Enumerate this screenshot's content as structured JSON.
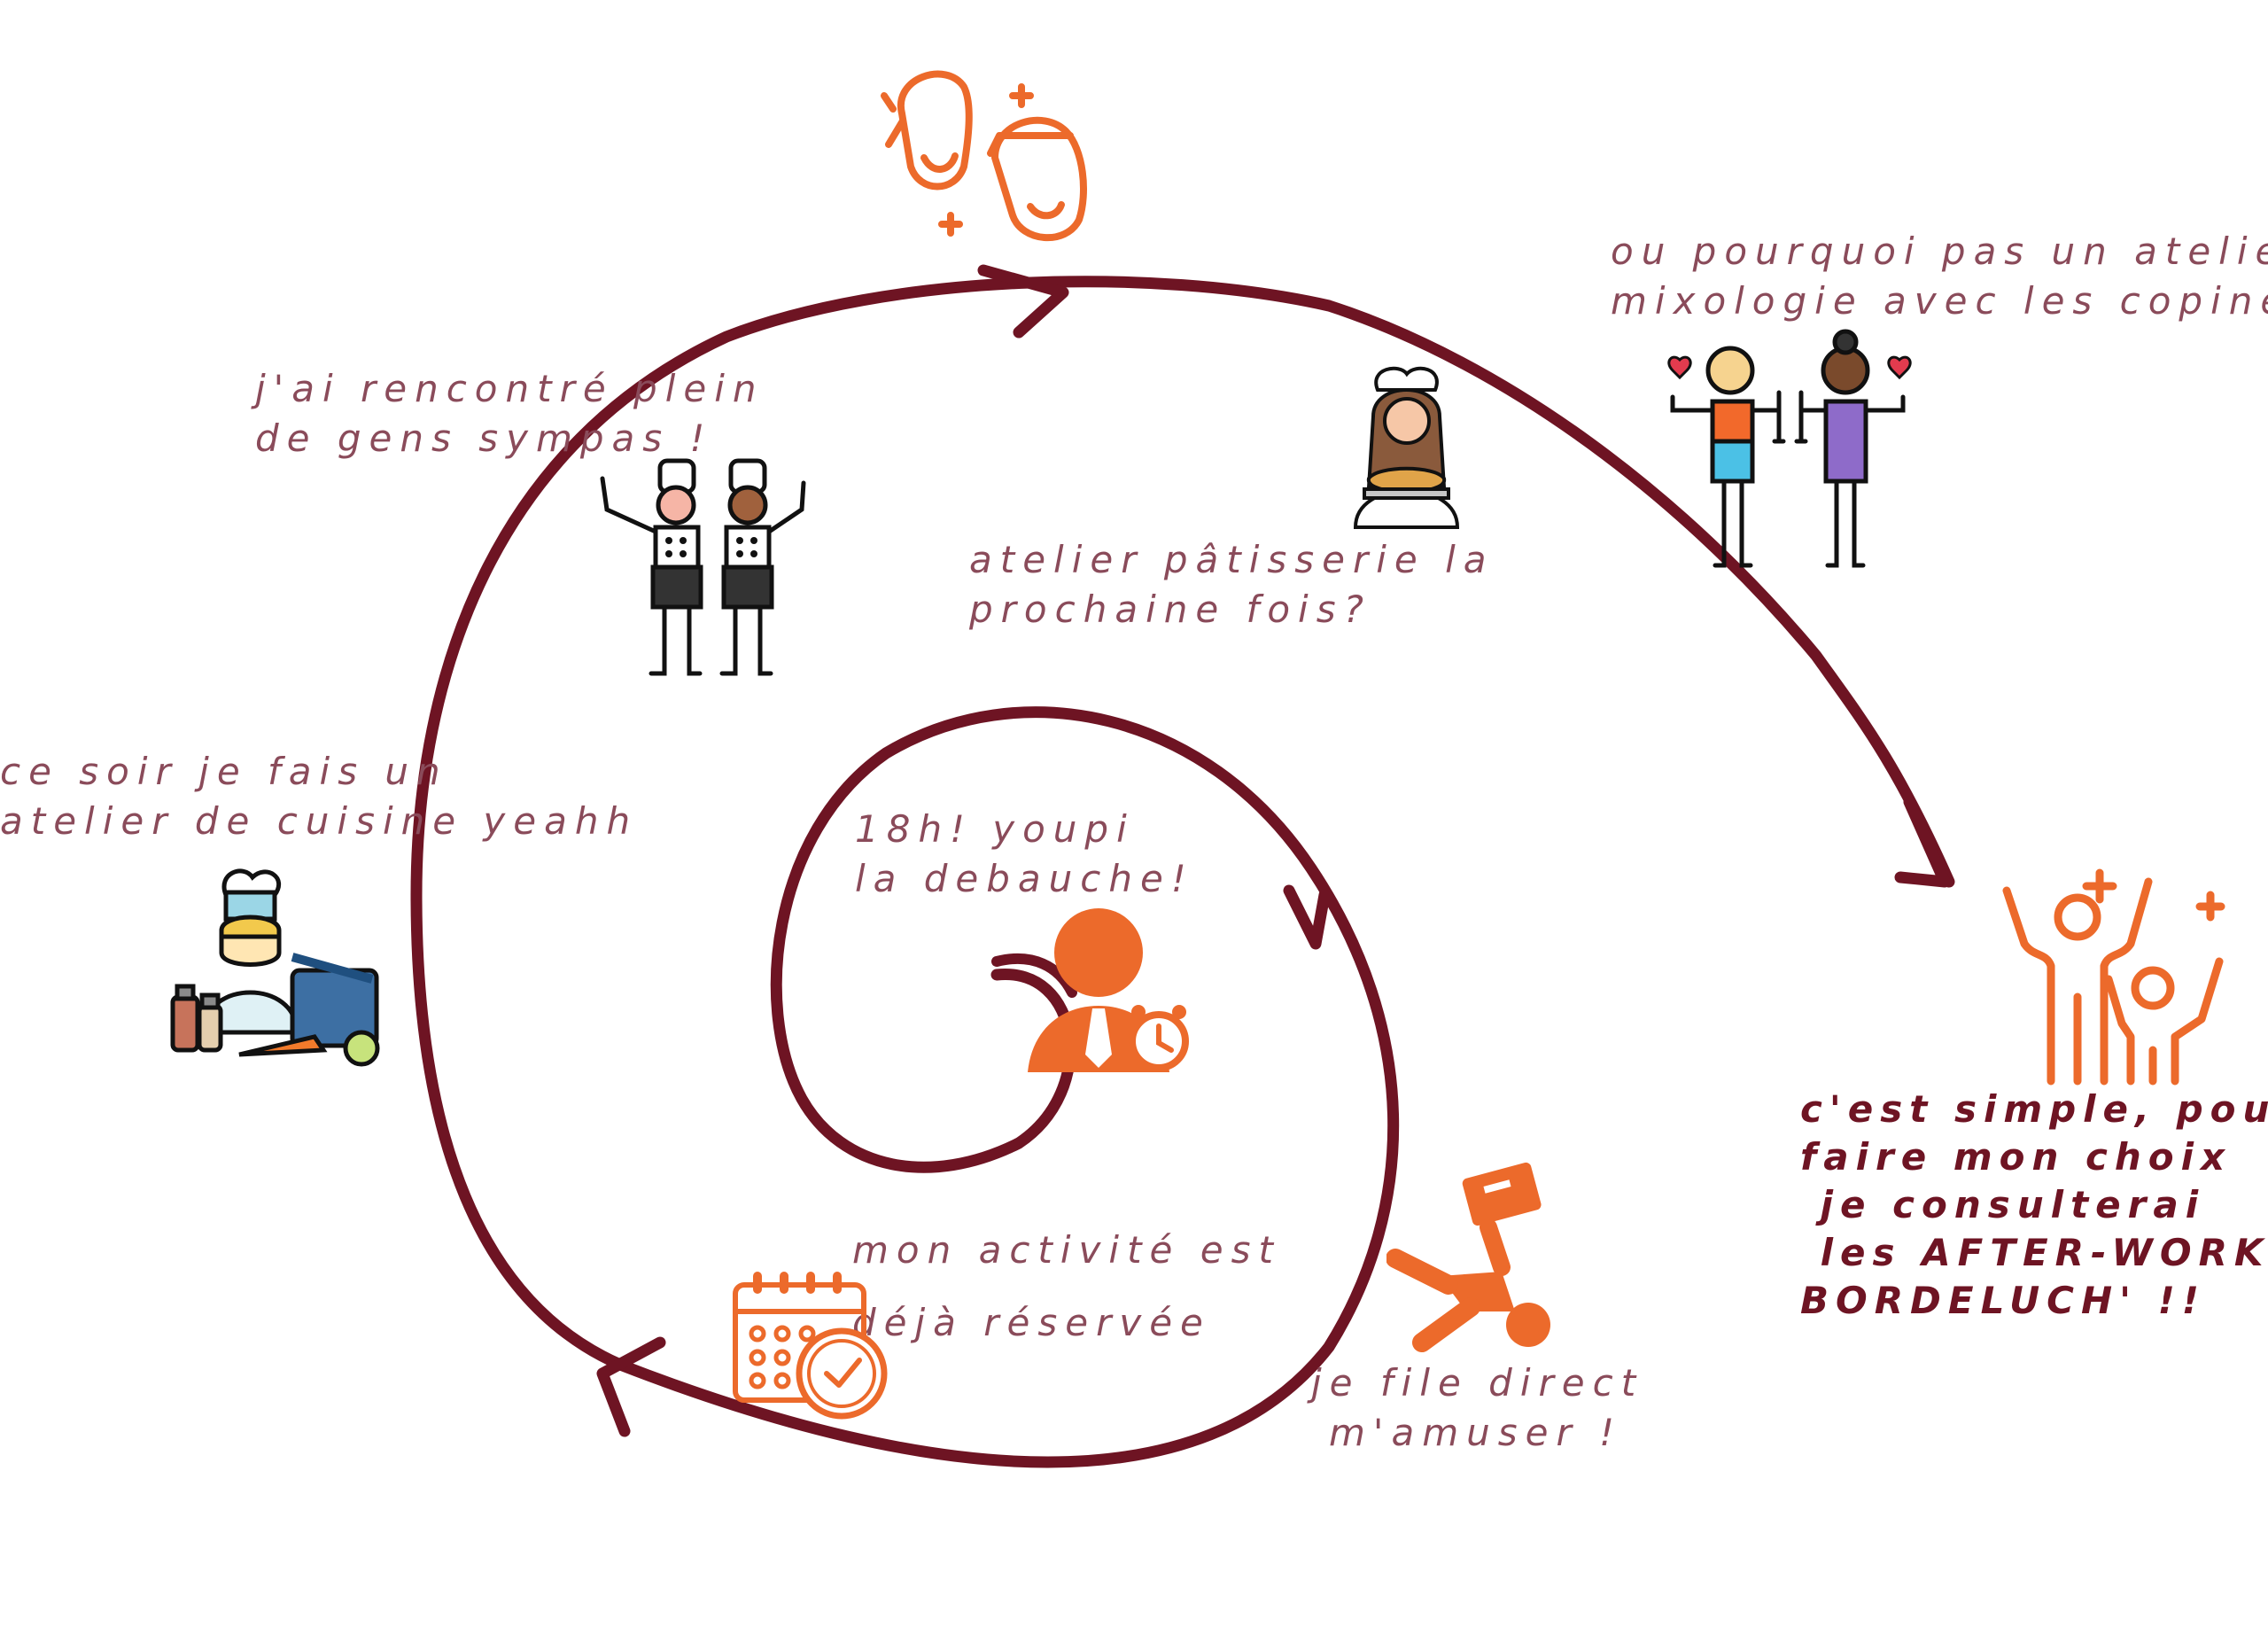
{
  "colors": {
    "spiral": "#6e1423",
    "caption": "#8a4b5a",
    "accent": "#ec6a2b",
    "final_text": "#6e1423"
  },
  "captions": {
    "six_pm": [
      "18h! youpi",
      "la debauche!"
    ],
    "booked": [
      "mon activité est",
      "déjà réservée"
    ],
    "go_fun": [
      "je file direct",
      "m'amuser !"
    ],
    "cooking": [
      "ce soir je fais un",
      "atelier de cuisine yeahh"
    ],
    "met_people": [
      "j'ai rencontré plein",
      "de gens sympas !"
    ],
    "pastry": [
      "atelier pâtisserie la",
      "prochaine fois?"
    ],
    "mixology": [
      "ou pourquoi pas un atelier",
      "mixologie avec les copines!?"
    ],
    "conclusion": [
      "c'est simple, pour",
      "faire mon choix",
      " je consulterai",
      " les AFTER-WORK",
      "BORDELUCH' !!"
    ]
  },
  "icons": [
    "office-worker-clock-icon",
    "falling-businessman-icon",
    "calendar-clock-icon",
    "chef-cooking-pot-icon",
    "two-chefs-icon",
    "happy-faces-icon",
    "pastry-chef-pie-icon",
    "friends-toasting-icon",
    "celebrating-people-icon"
  ]
}
